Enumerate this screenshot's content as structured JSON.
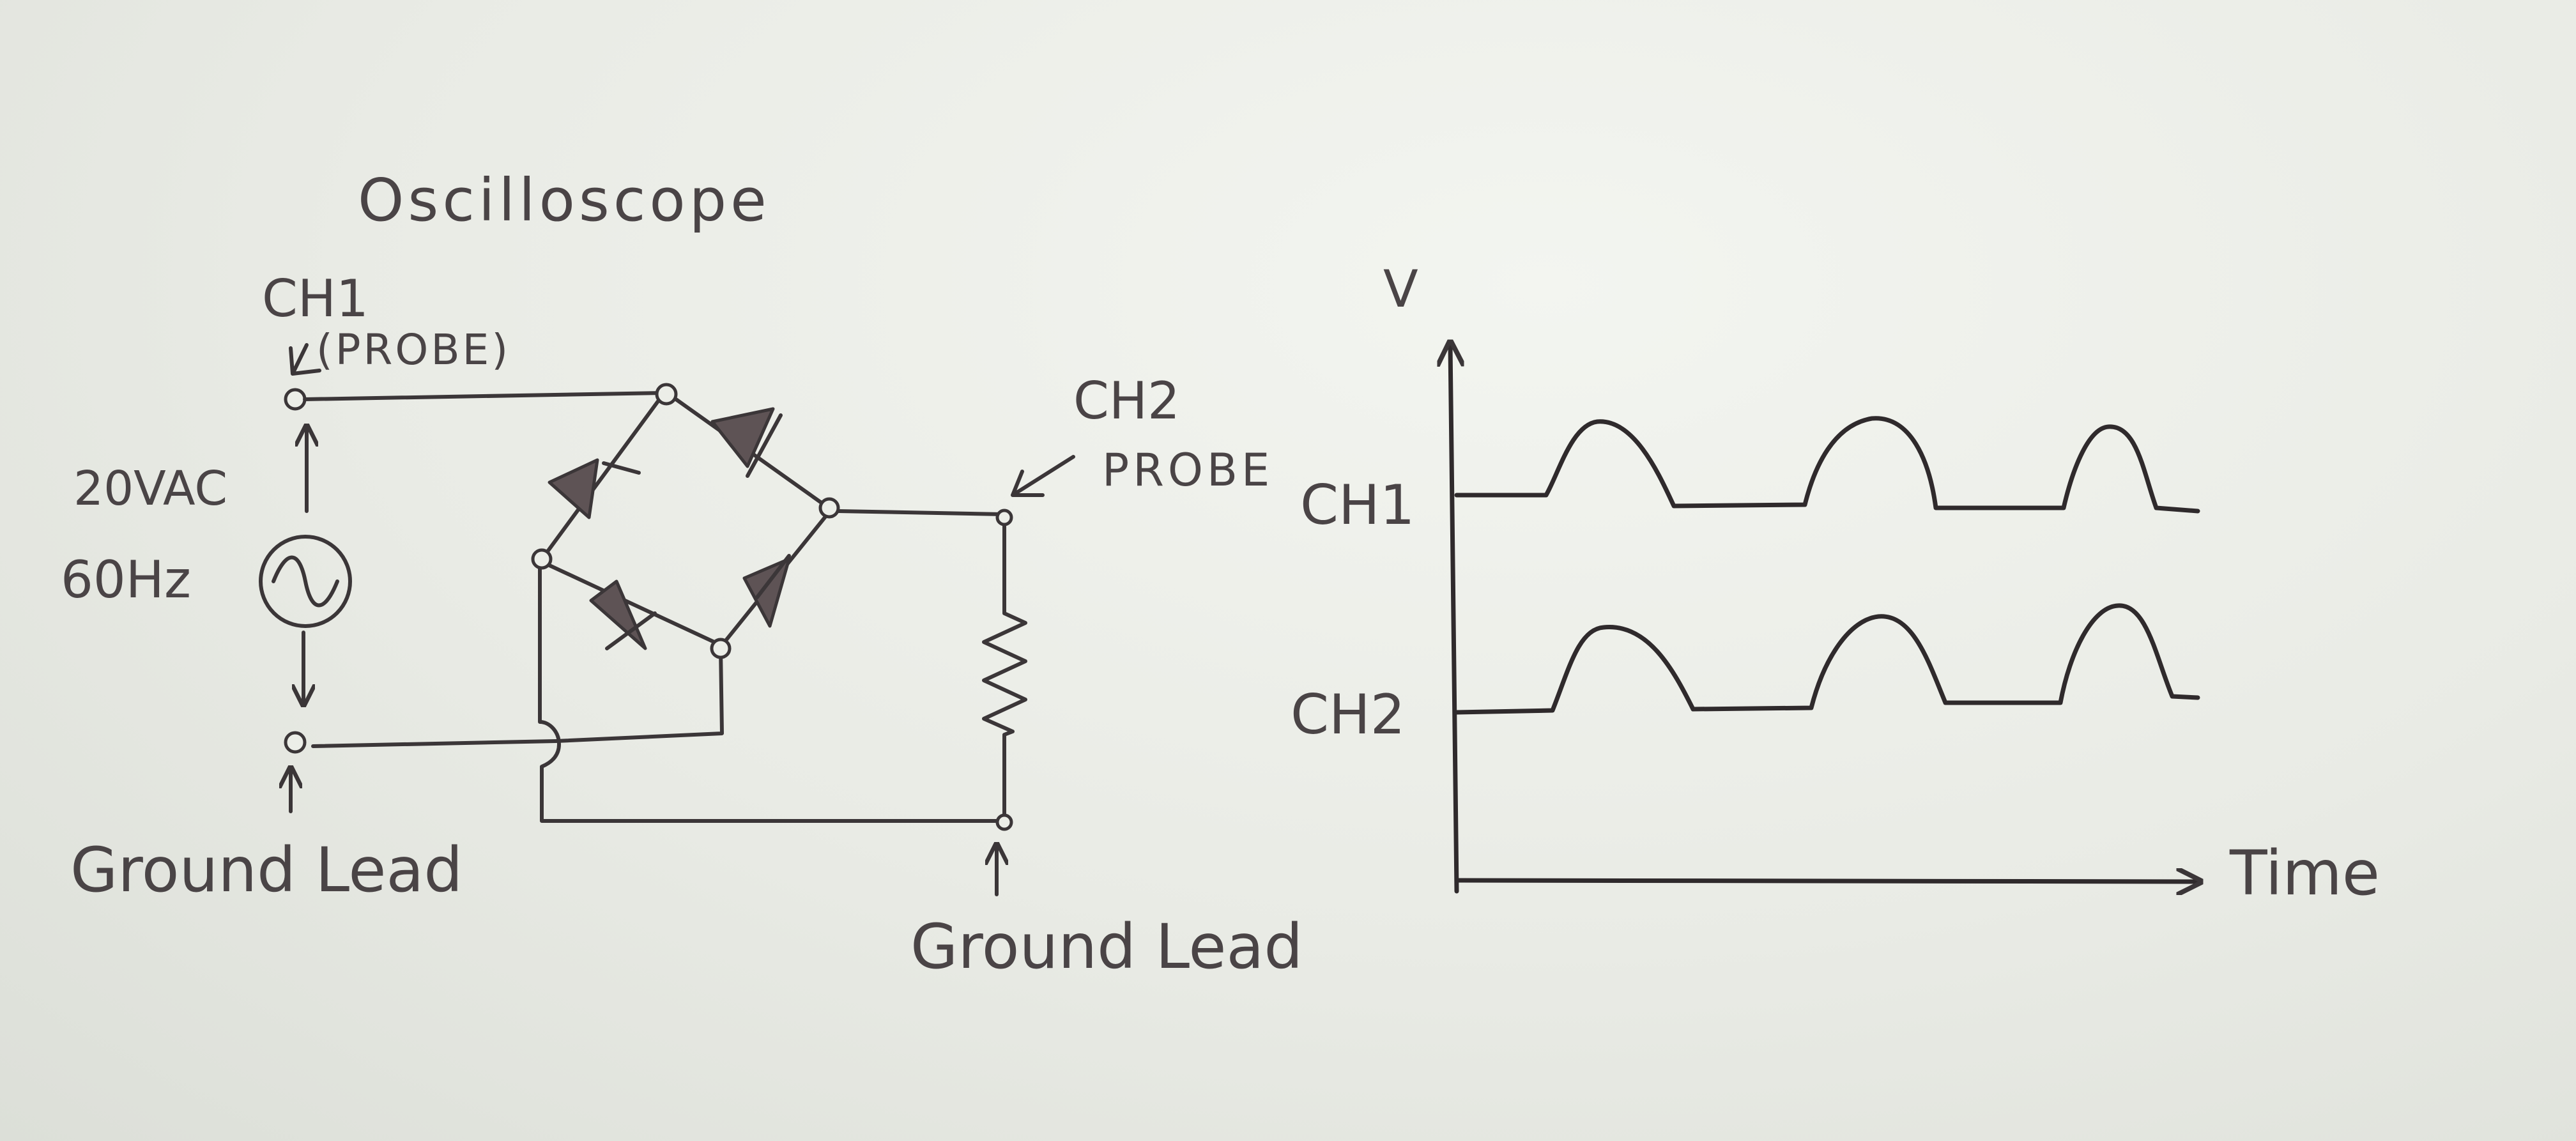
{
  "circuit": {
    "title": "Oscilloscope",
    "ch1_label": "CH1",
    "ch1_probe": "(PROBE)",
    "source_voltage": "20VAC",
    "source_frequency": "60Hz",
    "ch2_label": "CH2",
    "ch2_probe": "PROBE",
    "ground_left": "Ground Lead",
    "ground_right": "Ground Lead"
  },
  "graph": {
    "y_axis_label": "V",
    "x_axis_label": "Time",
    "traces": [
      {
        "label": "CH1",
        "pulses": 3
      },
      {
        "label": "CH2",
        "pulses": 3
      }
    ]
  },
  "colors": {
    "ink": "#3b3638",
    "paper": "#eef0ea"
  }
}
